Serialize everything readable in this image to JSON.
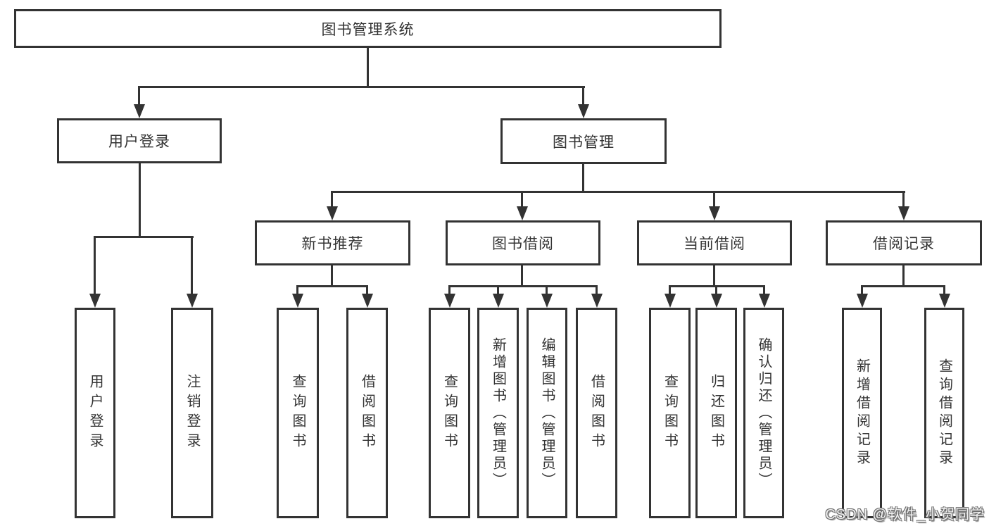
{
  "diagram": {
    "line_color": "#333333",
    "background": "#ffffff",
    "nodes": {
      "root": {
        "label": "图书管理系统"
      },
      "user_login": {
        "label": "用户登录"
      },
      "book_mgmt": {
        "label": "图书管理"
      },
      "new_book_rec": {
        "label": "新书推荐"
      },
      "book_borrow": {
        "label": "图书借阅"
      },
      "current_borrow": {
        "label": "当前借阅"
      },
      "borrow_records": {
        "label": "借阅记录"
      },
      "leaf_user_login": {
        "label": "用户登录"
      },
      "leaf_logout": {
        "label": "注销登录"
      },
      "leaf_query_book_rec": {
        "label": "查询图书"
      },
      "leaf_borrow_book_rec": {
        "label": "借阅图书"
      },
      "leaf_query_book_borrow": {
        "label": "查询图书"
      },
      "leaf_add_book_admin": {
        "label": "新增图书（管理员）"
      },
      "leaf_edit_book_admin": {
        "label": "编辑图书（管理员）"
      },
      "leaf_borrow_book_borrow": {
        "label": "借阅图书"
      },
      "leaf_query_book_current": {
        "label": "查询图书"
      },
      "leaf_return_book": {
        "label": "归还图书"
      },
      "leaf_confirm_return_admin": {
        "label": "确认归还（管理员）"
      },
      "leaf_add_borrow_record": {
        "label": "新增借阅记录"
      },
      "leaf_query_borrow_record": {
        "label": "查询借阅记录"
      }
    }
  },
  "watermark": {
    "text": "CSDN @软件_小贺同学"
  }
}
